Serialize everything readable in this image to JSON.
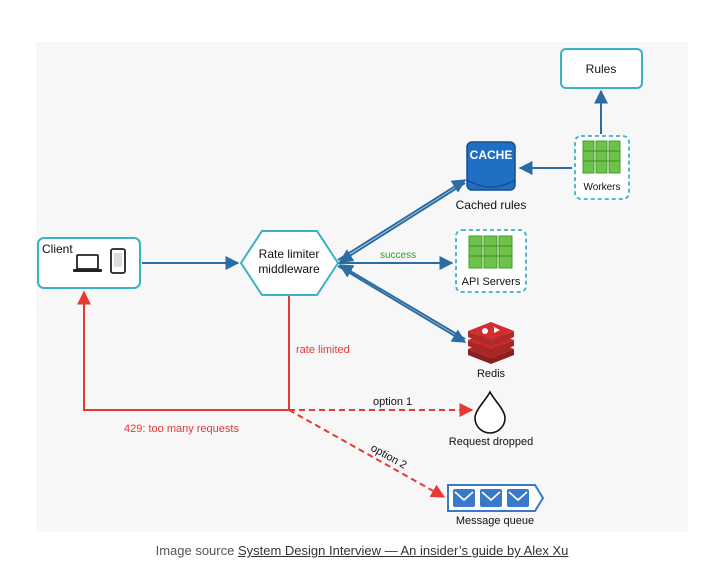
{
  "colors": {
    "teal": "#3bb1c4",
    "blue_arrow": "#2a6ca3",
    "red": "#e53935",
    "green_text": "#2e9e2e",
    "server_green": "#6cc24a",
    "cache_blue": "#1f6fc4",
    "redis_red": "#d12f2f",
    "queue_blue": "#3a78c8"
  },
  "nodes": {
    "client": "Client",
    "rate_limiter_line1": "Rate limiter",
    "rate_limiter_line2": "middleware",
    "rules": "Rules",
    "cache_badge": "CACHE",
    "cached_rules": "Cached rules",
    "workers": "Workers",
    "api_servers": "API Servers",
    "redis": "Redis",
    "request_dropped": "Request dropped",
    "message_queue": "Message queue"
  },
  "edges": {
    "success": "success",
    "rate_limited": "rate limited",
    "too_many": "429: too many requests",
    "option1": "option 1",
    "option2": "option 2"
  },
  "caption": {
    "prefix": "Image source ",
    "link": "System Design Interview — An insider’s guide by Alex Xu"
  },
  "icons": {
    "laptop": "laptop-icon",
    "phone": "phone-icon",
    "cache": "cache-cylinder-icon",
    "server": "server-rack-icon",
    "redis": "redis-logo-icon",
    "drop": "water-drop-icon",
    "queue": "message-queue-icon"
  }
}
